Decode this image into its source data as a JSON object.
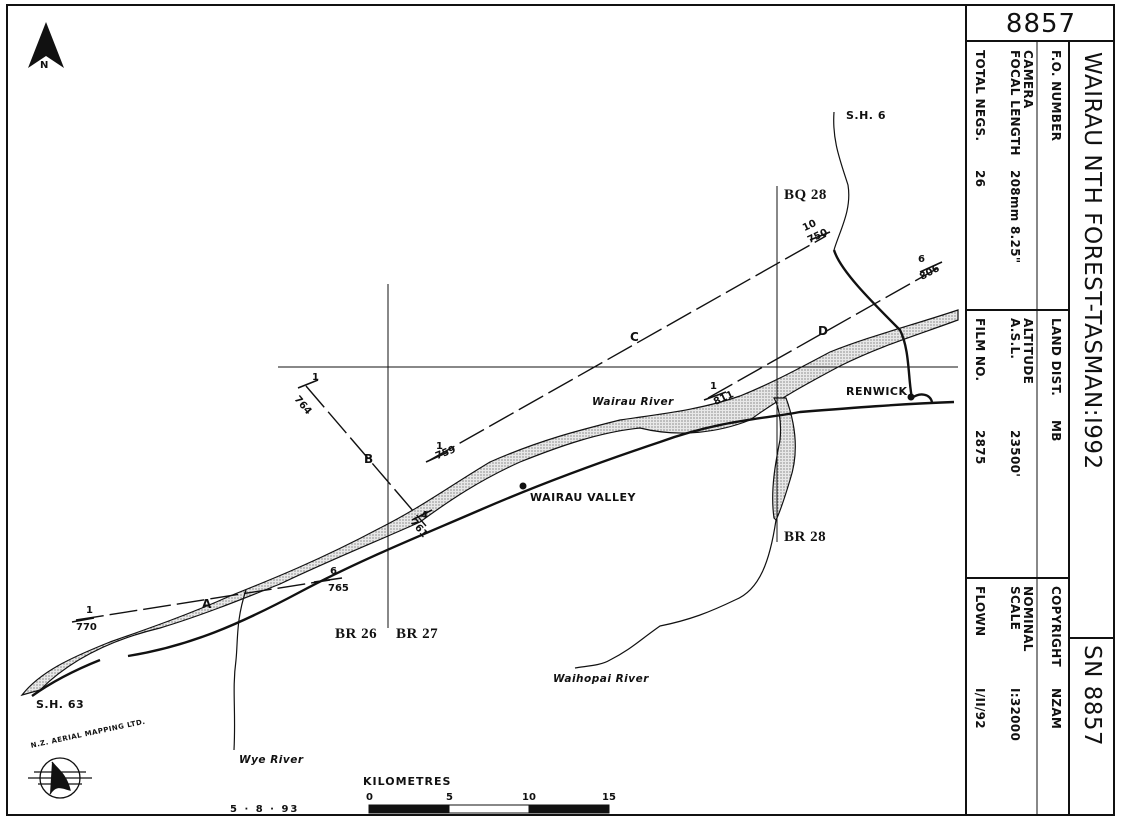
{
  "title_block": {
    "sheet_number": "8857",
    "title": "WAIRAU NTH FOREST-TASMAN:I992",
    "sn": "SN 8857",
    "fo_number_label": "F.O. NUMBER",
    "camera_label": "CAMERA",
    "focal_length_label": "FOCAL LENGTH",
    "focal_length_value": "208mm   8.25\"",
    "total_negs_label": "TOTAL NEGS.",
    "total_negs_value": "26",
    "land_dist_label": "LAND DIST.",
    "land_dist_value": "MB",
    "altitude_label": "ALTITUDE",
    "asl_label": "A.S.L.",
    "altitude_value": "23500'",
    "film_no_label": "FILM NO.",
    "film_no_value": "2875",
    "copyright_label": "COPYRIGHT",
    "copyright_value": "NZAM",
    "nominal_label": "NOMINAL",
    "scale_label": "SCALE",
    "scale_value": "I:32000",
    "flown_label": "FLOWN",
    "flown_value": "I/II/92"
  },
  "map": {
    "north": "N",
    "places": {
      "sh6": "S.H. 6",
      "sh63": "S.H. 63",
      "renwick": "RENWICK",
      "wairau_valley": "WAIRAU VALLEY",
      "wairau_river": "Wairau River",
      "waihopai_river": "Waihopai River",
      "wye_river": "Wye River"
    },
    "grid": {
      "bq28": "BQ 28",
      "br28": "BR 28",
      "br26": "BR 26",
      "br27": "BR 27"
    },
    "runs": {
      "a": {
        "label": "A",
        "start_frame": "1",
        "start_neg": "770",
        "end_frame": "6",
        "end_neg": "765"
      },
      "b": {
        "label": "B",
        "start_frame": "1",
        "start_neg": "764",
        "end_frame": "4",
        "end_neg": "761"
      },
      "c": {
        "label": "C",
        "start_frame": "1",
        "start_neg": "759",
        "end_frame": "10",
        "end_neg": "750"
      },
      "d": {
        "label": "D",
        "start_frame": "1",
        "start_neg": "811",
        "end_frame": "6",
        "end_neg": "806"
      }
    }
  },
  "scale_bar": {
    "title": "KILOMETRES",
    "ticks": [
      "0",
      "5",
      "10",
      "15"
    ]
  },
  "logo_text": "N.Z. AERIAL MAPPING LTD.",
  "date": "5 · 8 · 93"
}
